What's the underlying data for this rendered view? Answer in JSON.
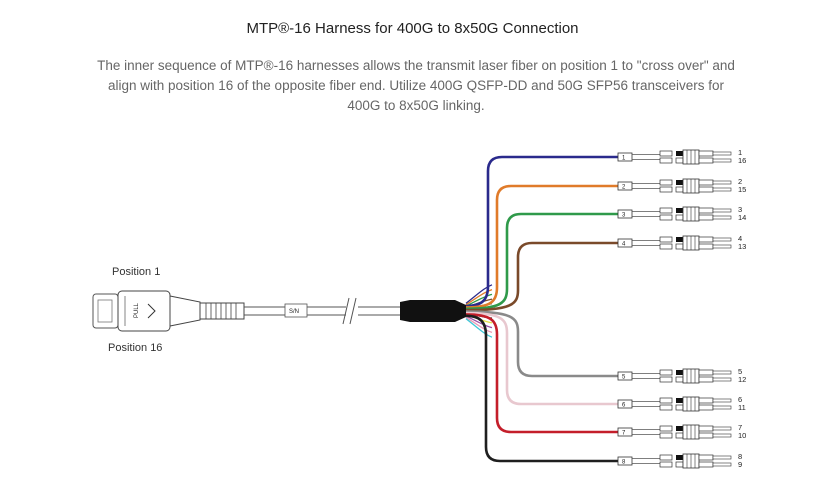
{
  "header": {
    "title": "MTP®-16 Harness for 400G to 8x50G Connection",
    "description": "The inner sequence of MTP®-16 harnesses allows the transmit laser fiber on position 1 to \"cross over\" and align with position 16 of the opposite fiber end. Utilize 400G QSFP-DD and 50G SFP56 transceivers for 400G to 8x50G linking."
  },
  "diagram": {
    "position_top_label": "Position 1",
    "position_bottom_label": "Position 16",
    "connector_pull_label": "PULL",
    "serial_label": "S/N",
    "branches": [
      {
        "tag": "1",
        "fibers_top": "1",
        "fibers_bottom": "16",
        "color": "#2a2a8c"
      },
      {
        "tag": "2",
        "fibers_top": "2",
        "fibers_bottom": "15",
        "color": "#e07b2a"
      },
      {
        "tag": "3",
        "fibers_top": "3",
        "fibers_bottom": "14",
        "color": "#2f9a4a"
      },
      {
        "tag": "4",
        "fibers_top": "4",
        "fibers_bottom": "13",
        "color": "#7a4a2a"
      },
      {
        "tag": "5",
        "fibers_top": "5",
        "fibers_bottom": "12",
        "color": "#8a8a8a"
      },
      {
        "tag": "6",
        "fibers_top": "6",
        "fibers_bottom": "11",
        "color": "#e8c8cf"
      },
      {
        "tag": "7",
        "fibers_top": "7",
        "fibers_bottom": "10",
        "color": "#c41e2a"
      },
      {
        "tag": "8",
        "fibers_top": "8",
        "fibers_bottom": "9",
        "color": "#1f1f1f"
      }
    ],
    "inner_fiber_colors": [
      "#2a2a8c",
      "#e07b2a",
      "#2f9a4a",
      "#7a4a2a",
      "#8a8a8a",
      "#cfcfcf",
      "#c41e2a",
      "#1f1f1f",
      "#e6e04a",
      "#9b4fa8",
      "#e89ab4",
      "#3ec8d8"
    ]
  }
}
